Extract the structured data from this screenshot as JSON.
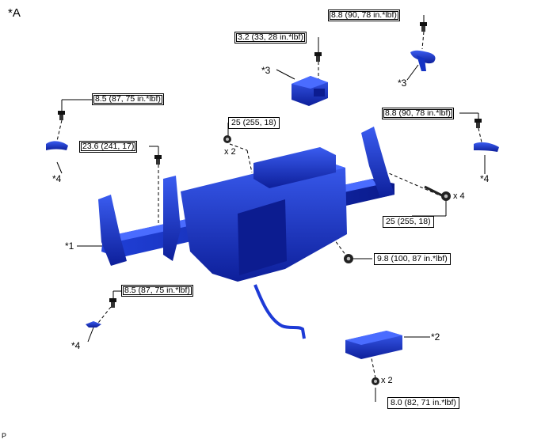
{
  "view_label": "*A",
  "corner_mark": "P",
  "callouts": {
    "c1": "*1",
    "c2": "*2",
    "c3a": "*3",
    "c3b": "*3",
    "c4a": "*4",
    "c4b": "*4",
    "c4c": "*4"
  },
  "torques": {
    "t1": "8.8 (90, 78 in.*lbf)",
    "t2": "3.2 (33, 28 in.*lbf)",
    "t3": "8.5 (87, 75 in.*lbf)",
    "t4": "8.8 (90, 78 in.*lbf)",
    "t5": "25 (255, 18)",
    "t6": "23.6 (241, 17)",
    "t7": "25 (255, 18)",
    "t8": "9.8 (100, 87 in.*lbf)",
    "t9": "8.5 (87, 75 in.*lbf)",
    "t10": "8.0 (82, 71 in.*lbf)"
  },
  "counts": {
    "n1": "x 2",
    "n2": "x 4",
    "n3": "x 2"
  },
  "colors": {
    "part_blue": "#1f3fd0",
    "part_dark": "#0a1a8c",
    "line": "#000000"
  }
}
